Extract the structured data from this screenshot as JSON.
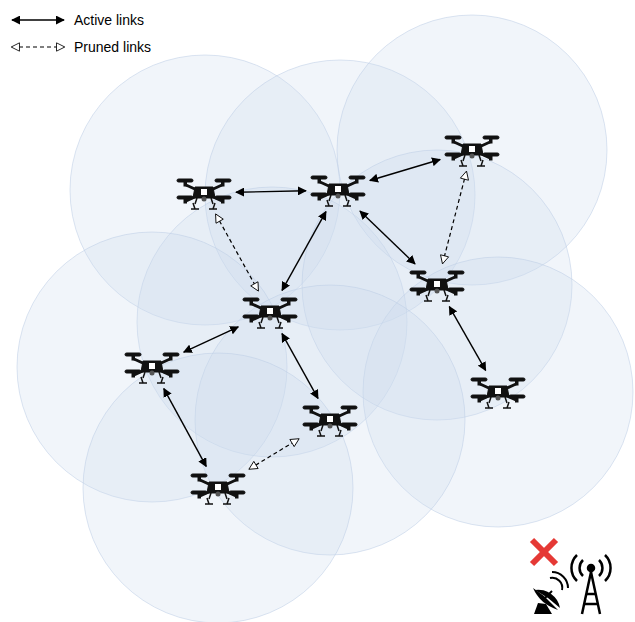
{
  "diagram": {
    "nodes": [
      {
        "text": []
      },
      {
        "text": []
      },
      {
        "text": []
      },
      {
        "text": []
      },
      {
        "text": []
      },
      {
        "text": []
      },
      {
        "text": []
      },
      {
        "text": []
      },
      {
        "text": []
      }
    ],
    "edges": [
      {
        "from": 0,
        "to": 1,
        "arrow": "both"
      },
      {
        "from": 1,
        "to": 2,
        "arrow": "both"
      },
      {
        "from": 1,
        "to": 3,
        "arrow": "both"
      },
      {
        "from": 1,
        "to": 4,
        "arrow": "both"
      },
      {
        "from": 3,
        "to": 5,
        "arrow": "both"
      },
      {
        "from": 3,
        "to": 7,
        "arrow": "both"
      },
      {
        "from": 4,
        "to": 6,
        "arrow": "both"
      },
      {
        "from": 5,
        "to": 8,
        "arrow": "both"
      },
      {
        "from": 0,
        "to": 3,
        "arrow": "both"
      },
      {
        "from": 2,
        "to": 4,
        "arrow": "both"
      },
      {
        "from": 8,
        "to": 7,
        "arrow": "both"
      }
    ],
    "legend": [
      {
        "text": "Active links"
      },
      {
        "text": "Pruned links"
      }
    ]
  }
}
